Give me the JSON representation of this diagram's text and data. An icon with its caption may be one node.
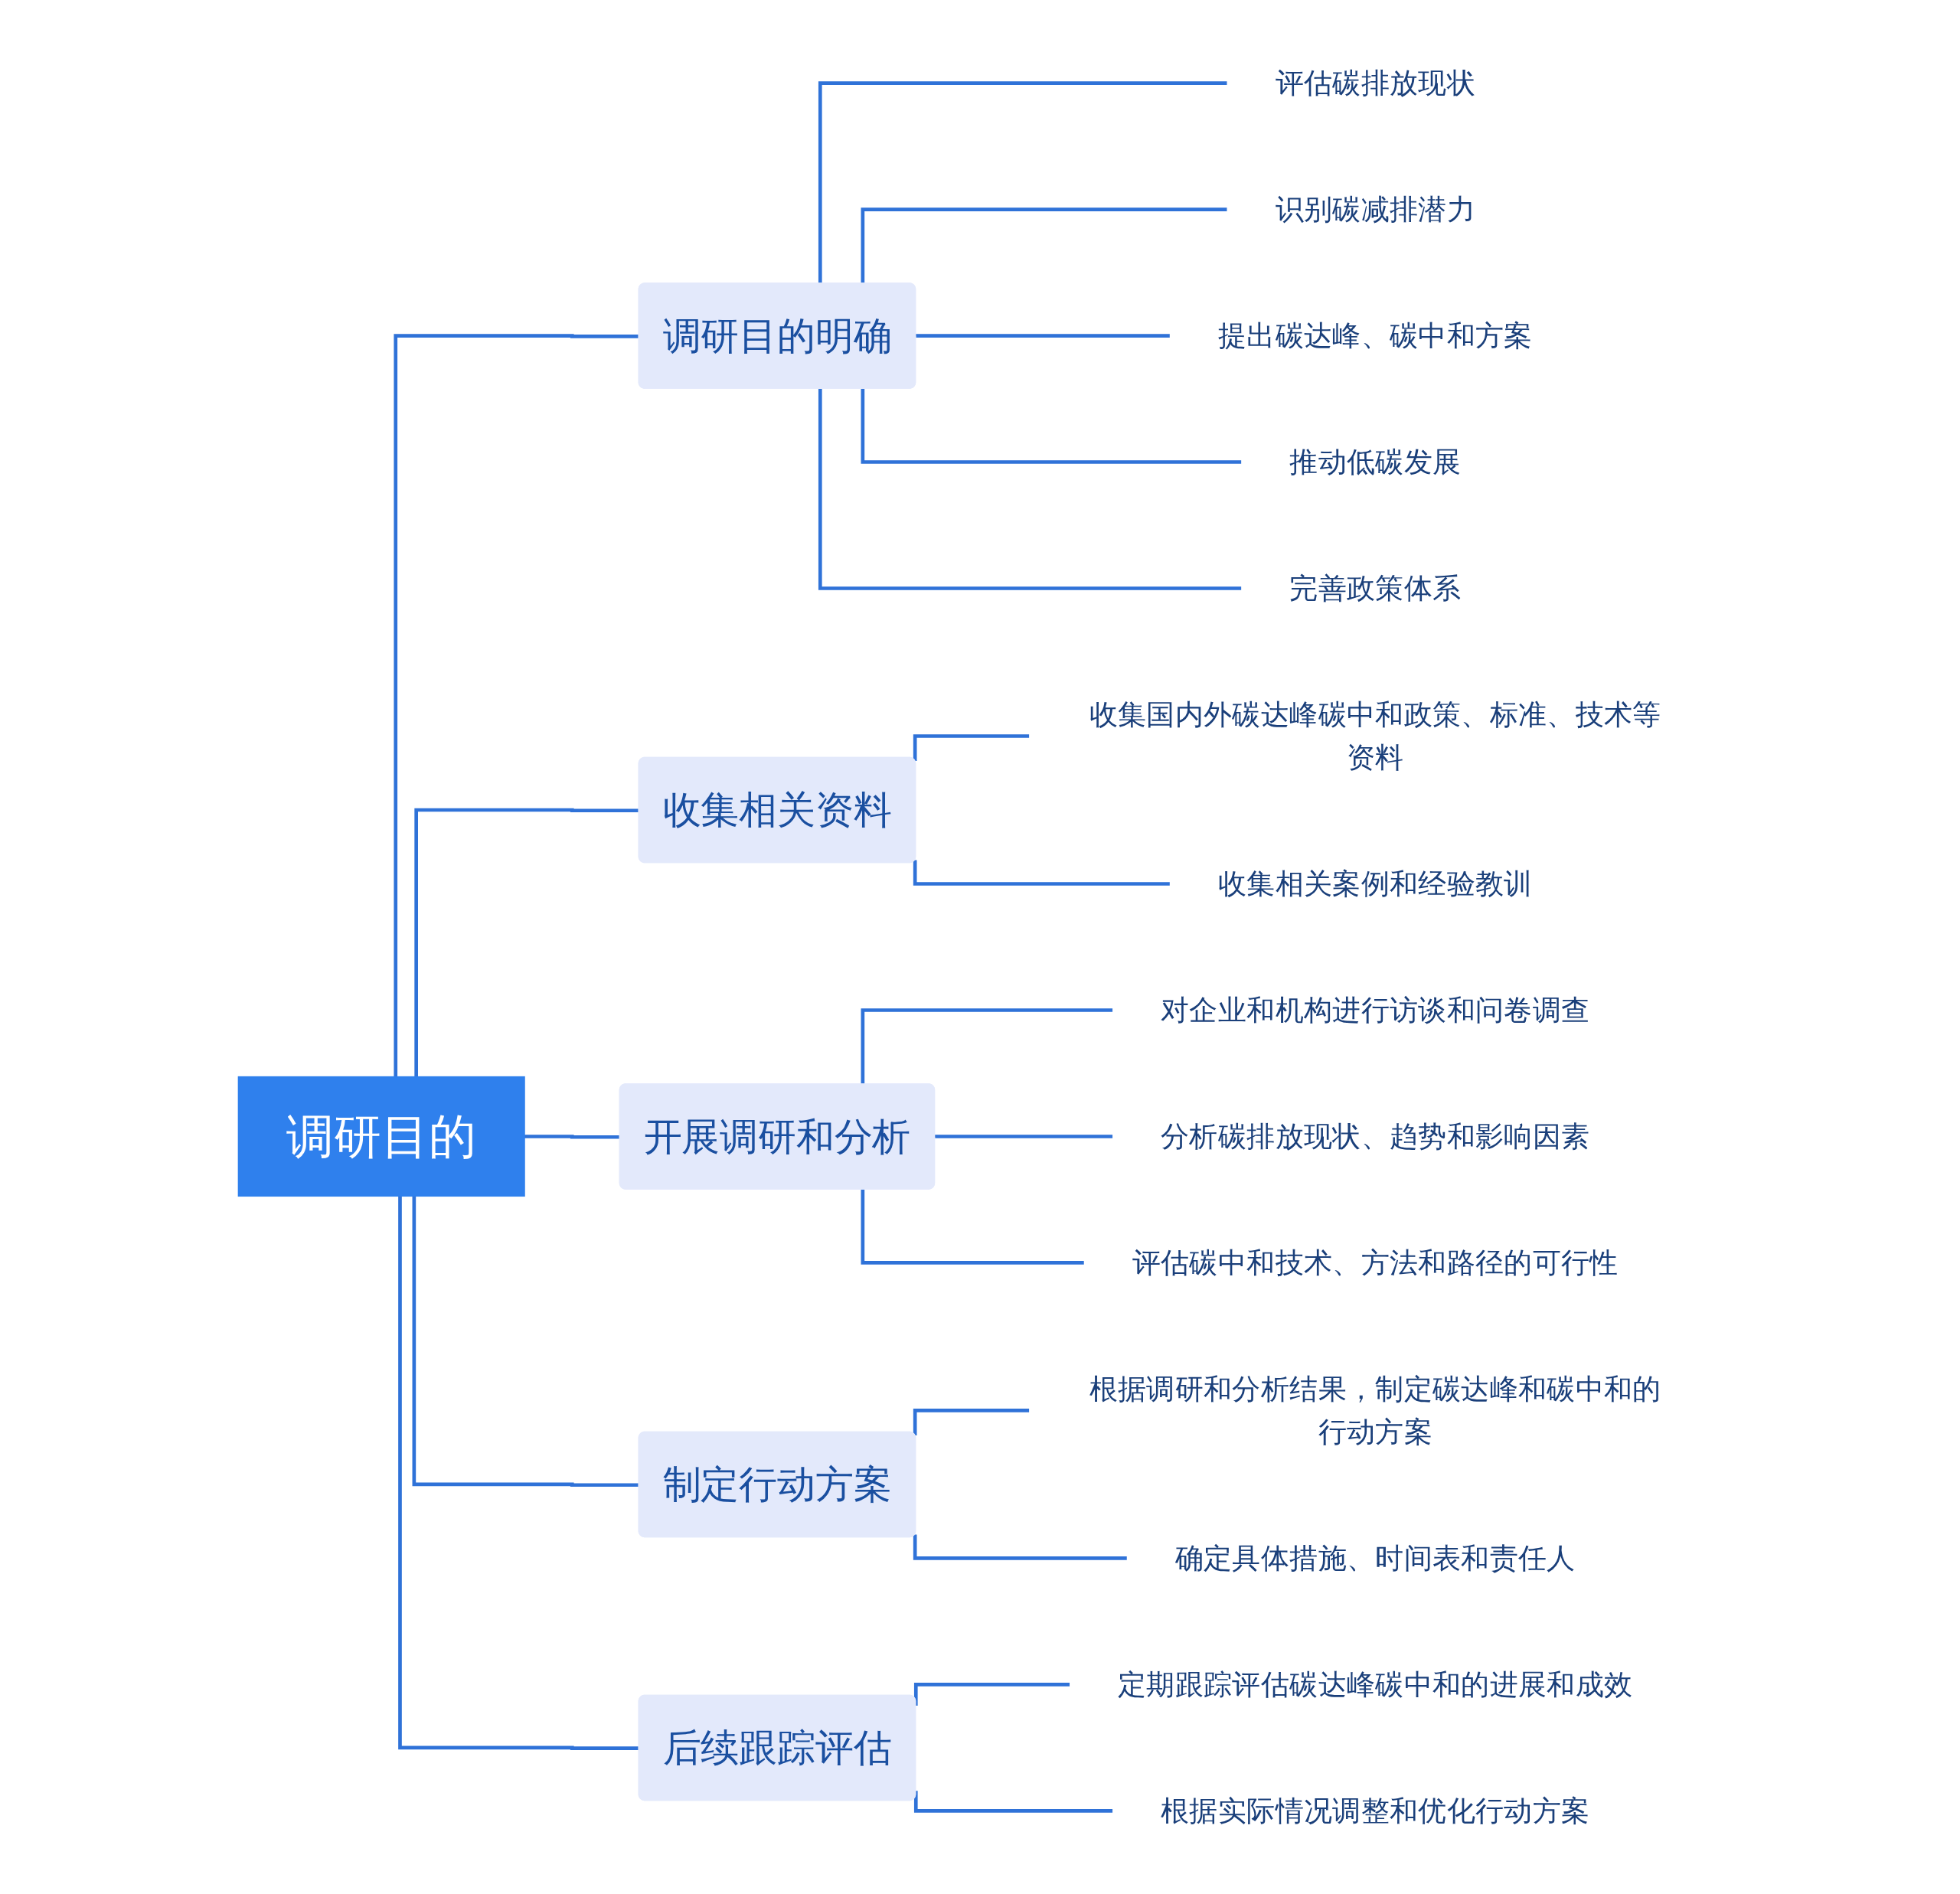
{
  "diagram": {
    "nodes": [
      {
        "text": [
          "调研目的"
        ]
      },
      {
        "text": [
          "调研目的明确"
        ]
      },
      {
        "text": [
          "评估碳排放现状"
        ]
      },
      {
        "text": [
          "识别碳减排潜力"
        ]
      },
      {
        "text": [
          "提出碳达峰、碳中和方案"
        ]
      },
      {
        "text": [
          "推动低碳发展"
        ]
      },
      {
        "text": [
          "完善政策体系"
        ]
      },
      {
        "text": [
          "收集相关资料"
        ]
      },
      {
        "text": [
          "收集国内外碳达峰碳中和政策、标准、技术等资料"
        ]
      },
      {
        "text": [
          "收集相关案例和经验教训"
        ]
      },
      {
        "text": [
          "开展调研和分析"
        ]
      },
      {
        "text": [
          "对企业和机构进行访谈和问卷调查"
        ]
      },
      {
        "text": [
          "分析碳排放现状、趋势和影响因素"
        ]
      },
      {
        "text": [
          "评估碳中和技术、方法和路径的可行性"
        ]
      },
      {
        "text": [
          "制定行动方案"
        ]
      },
      {
        "text": [
          "根据调研和分析结果，制定碳达峰和碳中和的行动方案"
        ]
      },
      {
        "text": [
          "确定具体措施、时间表和责任人"
        ]
      },
      {
        "text": [
          "后续跟踪评估"
        ]
      },
      {
        "text": [
          "定期跟踪评估碳达峰碳中和的进展和成效"
        ]
      },
      {
        "text": [
          "根据实际情况调整和优化行动方案"
        ]
      }
    ],
    "edges": [
      {
        "from": 0,
        "to": 1,
        "arrow": "none"
      },
      {
        "from": 1,
        "to": 2,
        "arrow": "none"
      },
      {
        "from": 1,
        "to": 3,
        "arrow": "none"
      },
      {
        "from": 1,
        "to": 4,
        "arrow": "none"
      },
      {
        "from": 1,
        "to": 5,
        "arrow": "none"
      },
      {
        "from": 1,
        "to": 6,
        "arrow": "none"
      },
      {
        "from": 0,
        "to": 7,
        "arrow": "none"
      },
      {
        "from": 7,
        "to": 8,
        "arrow": "none"
      },
      {
        "from": 7,
        "to": 9,
        "arrow": "none"
      },
      {
        "from": 0,
        "to": 10,
        "arrow": "none"
      },
      {
        "from": 10,
        "to": 11,
        "arrow": "none"
      },
      {
        "from": 10,
        "to": 12,
        "arrow": "none"
      },
      {
        "from": 10,
        "to": 13,
        "arrow": "none"
      },
      {
        "from": 0,
        "to": 14,
        "arrow": "none"
      },
      {
        "from": 14,
        "to": 15,
        "arrow": "none"
      },
      {
        "from": 14,
        "to": 16,
        "arrow": "none"
      },
      {
        "from": 0,
        "to": 17,
        "arrow": "none"
      },
      {
        "from": 17,
        "to": 18,
        "arrow": "none"
      },
      {
        "from": 17,
        "to": 19,
        "arrow": "none"
      }
    ]
  }
}
